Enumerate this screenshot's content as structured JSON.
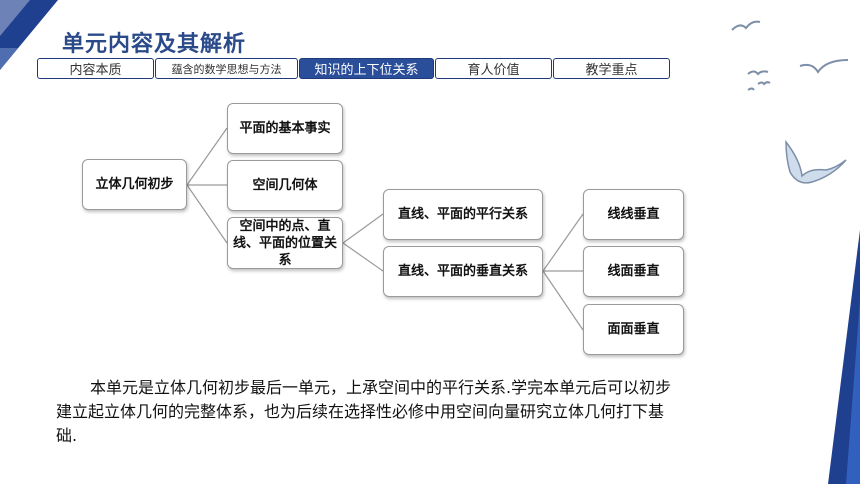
{
  "page_title": "单元内容及其解析",
  "tabs": [
    {
      "label": "内容本质",
      "active": false
    },
    {
      "label": "蕴含的数学思想与方法",
      "active": false
    },
    {
      "label": "知识的上下位关系",
      "active": true
    },
    {
      "label": "育人价值",
      "active": false
    },
    {
      "label": "教学重点",
      "active": false
    }
  ],
  "diagram": {
    "root": "立体几何初步",
    "level1": [
      "平面的基本事实",
      "空间几何体",
      "空间中的点、直线、平面的位置关系"
    ],
    "level2": [
      "直线、平面的平行关系",
      "直线、平面的垂直关系"
    ],
    "level3": [
      "线线垂直",
      "线面垂直",
      "面面垂直"
    ]
  },
  "paragraph": "本单元是立体几何初步最后一单元，上承空间中的平行关系.学完本单元后可以初步建立起立体几何的完整体系，也为后续在选择性必修中用空间向量研究立体几何打下基础.",
  "colors": {
    "accent": "#2b4e9a",
    "deco_blue": "#1f3f8f"
  },
  "icons": [
    "seagull-icon"
  ]
}
